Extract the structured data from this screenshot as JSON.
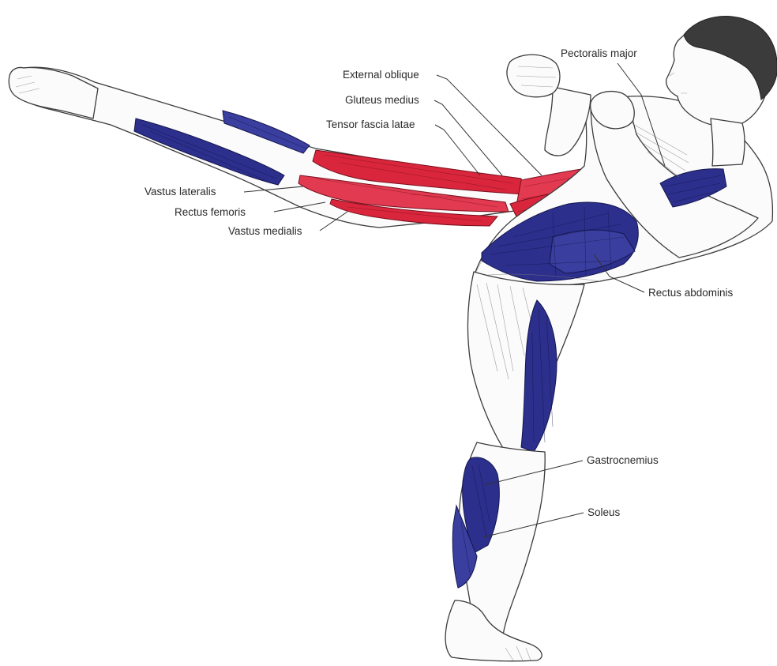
{
  "colors": {
    "target_muscle": "#d9263c",
    "secondary_muscle": "#2c2f8c",
    "outline": "#3c3c3c",
    "background": "#ffffff"
  },
  "labels": {
    "pectoralis_major": "Pectoralis major",
    "external_oblique": "External oblique",
    "gluteus_medius": "Gluteus medius",
    "tensor_fascia_latae": "Tensor fascia latae",
    "vastus_lateralis": "Vastus lateralis",
    "rectus_femoris": "Rectus femoris",
    "vastus_medialis": "Vastus medialis",
    "rectus_abdominis": "Rectus abdominis",
    "gastrocnemius": "Gastrocnemius",
    "soleus": "Soleus"
  }
}
